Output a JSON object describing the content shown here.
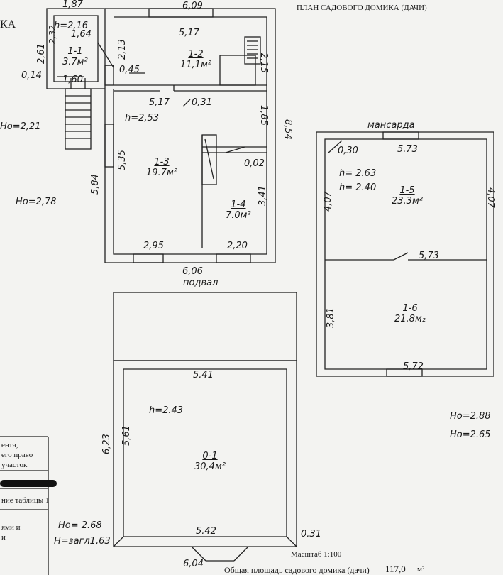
{
  "header": {
    "title": "ПЛАН САДОВОГО ДОМИКА (ДАЧИ)",
    "left_fragment": "КА"
  },
  "floor1": {
    "top_left_width": "1,87",
    "top_width": "6,09",
    "h_small": "h=2,16",
    "d_164": "1,64",
    "d_232": "2,32",
    "d_261": "2,61",
    "d_213": "2,13",
    "d_517_top": "5,17",
    "d_045": "0,45",
    "d_215": "2,15",
    "d_014": "0,14",
    "d_160": "1,60",
    "d_517_mid": "5,17",
    "d_031": "0,31",
    "h_main": "h=2,53",
    "d_185": "1,85",
    "d_854": "8,54",
    "d_535": "5,35",
    "d_584": "5,84",
    "d_002": "0,02",
    "d_341": "3,41",
    "d_295": "2,95",
    "d_220": "2,20",
    "bottom_width": "6,06",
    "rooms": [
      {
        "code": "1-1",
        "area": "3.7м²"
      },
      {
        "code": "1-2",
        "area": "11,1м²"
      },
      {
        "code": "1-3",
        "area": "19.7м²"
      },
      {
        "code": "1-4",
        "area": "7.0м²"
      }
    ]
  },
  "left_notes": {
    "ho_221": "Ho=2,21",
    "ho_278": "Ho=2,78"
  },
  "attic": {
    "label": "мансарда",
    "d_030": "0,30",
    "d_573_top": "5.73",
    "h1": "h= 2.63",
    "h2": "h= 2.40",
    "d_407_left": "4,07",
    "d_407_right": "4,07",
    "d_573_mid": "5,73",
    "d_381": "3,81",
    "d_572": "5,72",
    "rooms": [
      {
        "code": "1-5",
        "area": "23.3м²"
      },
      {
        "code": "1-6",
        "area": "21.8м₂"
      }
    ],
    "ho_288": "Ho=2.88",
    "ho_265": "Ho=2.65"
  },
  "basement": {
    "label": "подвал",
    "d_541": "5.41",
    "h": "h=2.43",
    "d_623": "6,23",
    "d_561": "5,61",
    "room": {
      "code": "0-1",
      "area": "30,4м²"
    },
    "d_542": "5.42",
    "d_031": "0.31",
    "d_604": "6,04",
    "ho_268": "Ho= 2.68",
    "h_zagl": "H=загл1,63"
  },
  "legend_fragments": [
    "ента,",
    "его право",
    "участок",
    "ние таблицы 1",
    "ями и",
    "и"
  ],
  "footer": {
    "scale": "Масштаб 1:100",
    "total_label": "Общая площадь садового домика (дачи)",
    "total_value": "117,0",
    "total_unit": "м²"
  }
}
